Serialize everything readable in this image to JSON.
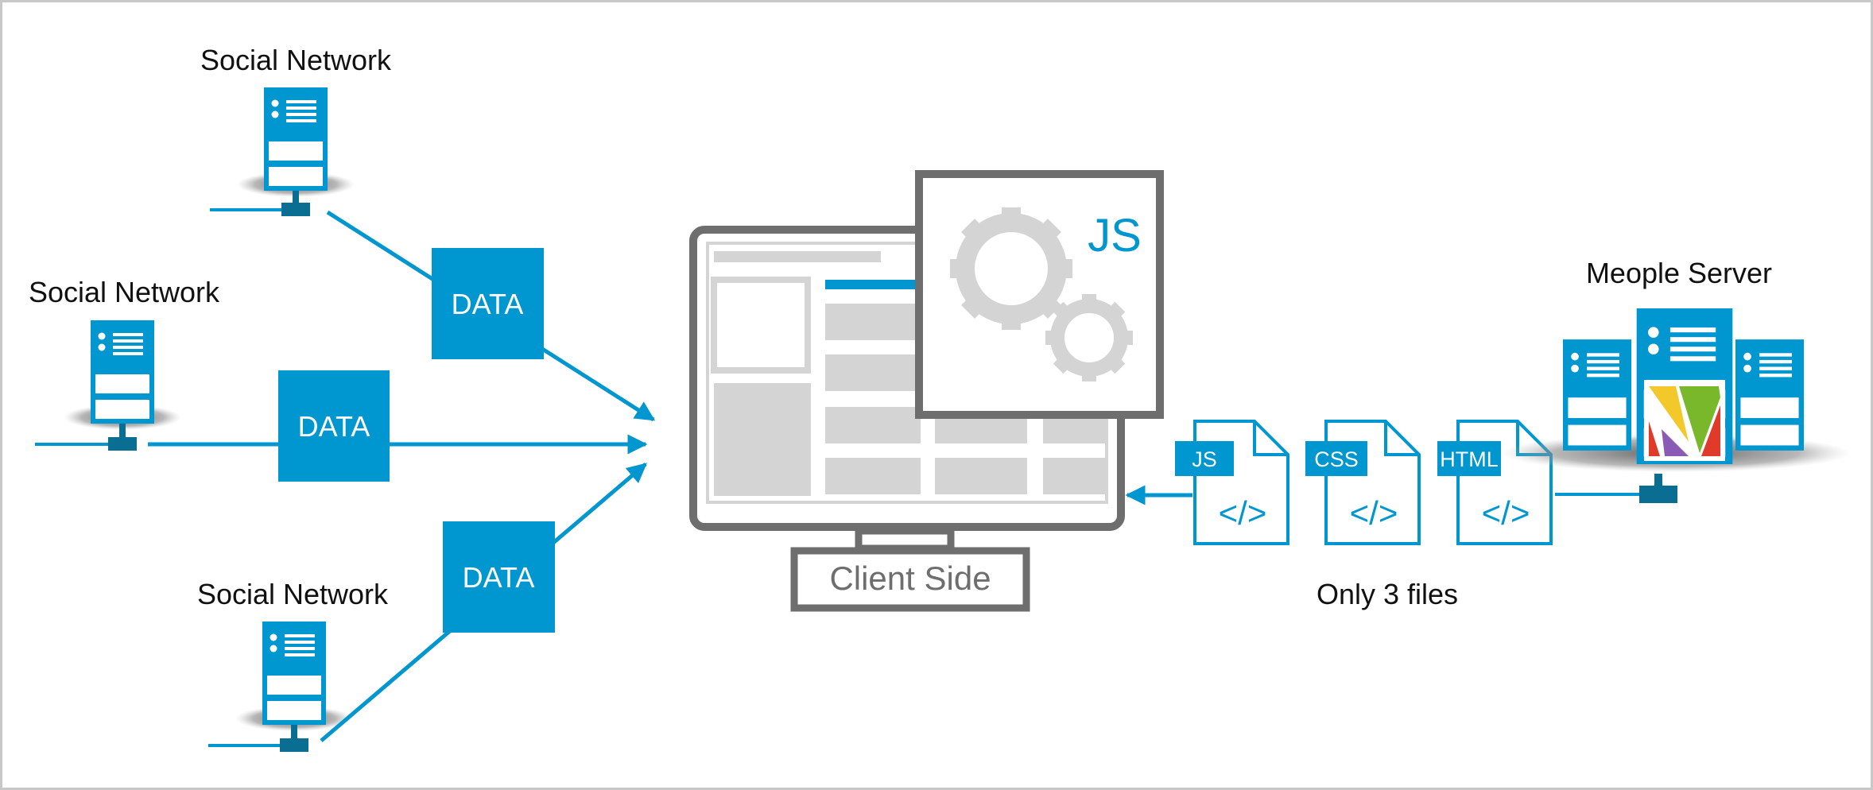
{
  "social_networks": [
    {
      "label": "Social Network"
    },
    {
      "label": "Social Network"
    },
    {
      "label": "Social Network"
    }
  ],
  "data_boxes": [
    {
      "label": "DATA"
    },
    {
      "label": "DATA"
    },
    {
      "label": "DATA"
    }
  ],
  "client": {
    "label": "Client Side",
    "js_badge": "JS"
  },
  "files": {
    "caption": "Only 3 files",
    "items": [
      {
        "tab": "JS",
        "code": "</>"
      },
      {
        "tab": "CSS",
        "code": "</>"
      },
      {
        "tab": "HTML",
        "code": "</>"
      }
    ]
  },
  "server": {
    "label": "Meople Server"
  },
  "colors": {
    "accent": "#0096cf",
    "gray_frame": "#6e6e6e",
    "gray_fill": "#d4d4d4",
    "logo_yellow": "#f3c82a",
    "logo_green": "#79b82a",
    "logo_purple": "#8a5bb5",
    "logo_red": "#e03a2a"
  }
}
